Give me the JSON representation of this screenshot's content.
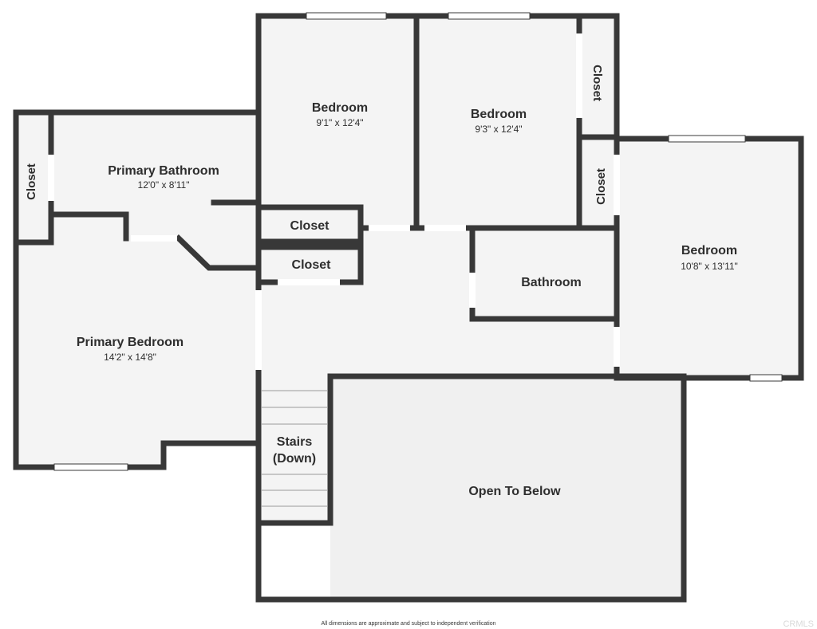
{
  "rooms": {
    "bedroom_1": {
      "name": "Bedroom",
      "dims": "9'1\" x 12'4\""
    },
    "bedroom_2": {
      "name": "Bedroom",
      "dims": "9'3\" x 12'4\""
    },
    "bedroom_3": {
      "name": "Bedroom",
      "dims": "10'8\" x 13'11\""
    },
    "primary_bathroom": {
      "name": "Primary Bathroom",
      "dims": "12'0\" x 8'11\""
    },
    "primary_bedroom": {
      "name": "Primary Bedroom",
      "dims": "14'2\" x 14'8\""
    },
    "bathroom": {
      "name": "Bathroom"
    },
    "closet_hall_upper": {
      "name": "Closet"
    },
    "closet_hall_lower": {
      "name": "Closet"
    },
    "closet_left": {
      "name": "Closet"
    },
    "closet_top_right": {
      "name": "Closet"
    },
    "closet_mid_right": {
      "name": "Closet"
    },
    "stairs": {
      "line1": "Stairs",
      "line2": "(Down)"
    },
    "open_to_below": {
      "name": "Open To Below"
    }
  },
  "disclaimer": "All dimensions are approximate and subject to independent verification",
  "watermark": "CRMLS",
  "colors": {
    "wall": "#383838",
    "floor": "#f4f4f4",
    "open_area": "#f0f0f0",
    "window": "#ffffff"
  }
}
